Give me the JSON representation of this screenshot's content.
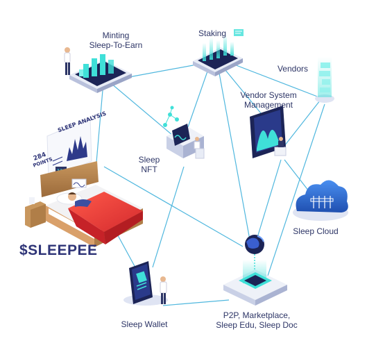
{
  "brand": "$SLEEPEE",
  "nodes": {
    "minting": {
      "line1": "Minting",
      "line2": "Sleep-To-Earn"
    },
    "staking": {
      "label": "Staking"
    },
    "vendors": {
      "label": "Vendors"
    },
    "vendor_system": {
      "line1": "Vendor System",
      "line2": "Management"
    },
    "sleep_nft": {
      "line1": "Sleep",
      "line2": "NFT"
    },
    "sleep_cloud": {
      "label": "Sleep Cloud"
    },
    "sleep_wallet": {
      "label": "Sleep Wallet"
    },
    "hub": {
      "line1": "P2P, Marketplace,",
      "line2": "Sleep Edu, Sleep Doc"
    }
  },
  "sleep_card": {
    "title": "SLEEP ANALYSIS",
    "points_value": "284",
    "points_label": "POINTS"
  },
  "colors": {
    "line": "#4fb7de",
    "accent_cyan": "#3fe0d8",
    "text": "#2d3566",
    "blanket": "#e8383a",
    "cloud": "#2f6fd0"
  }
}
